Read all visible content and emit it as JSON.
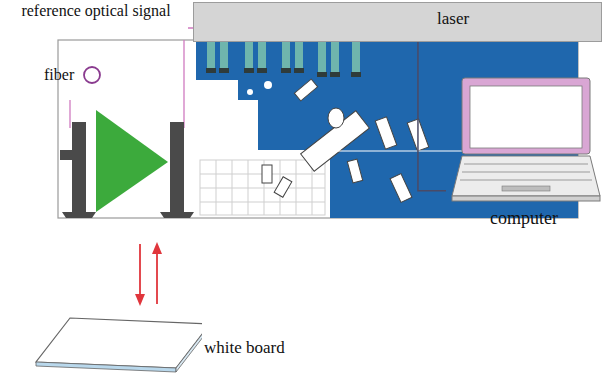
{
  "diagram": {
    "nodes": [
      {
        "text": [
          "laser"
        ]
      },
      {
        "text": [
          "computer"
        ]
      },
      {
        "text": [
          "white board"
        ]
      }
    ],
    "edges": [
      {
        "from": 0,
        "to": 1,
        "arrow": "none"
      }
    ],
    "labels": [
      "reference optical signal",
      "fiber"
    ]
  }
}
